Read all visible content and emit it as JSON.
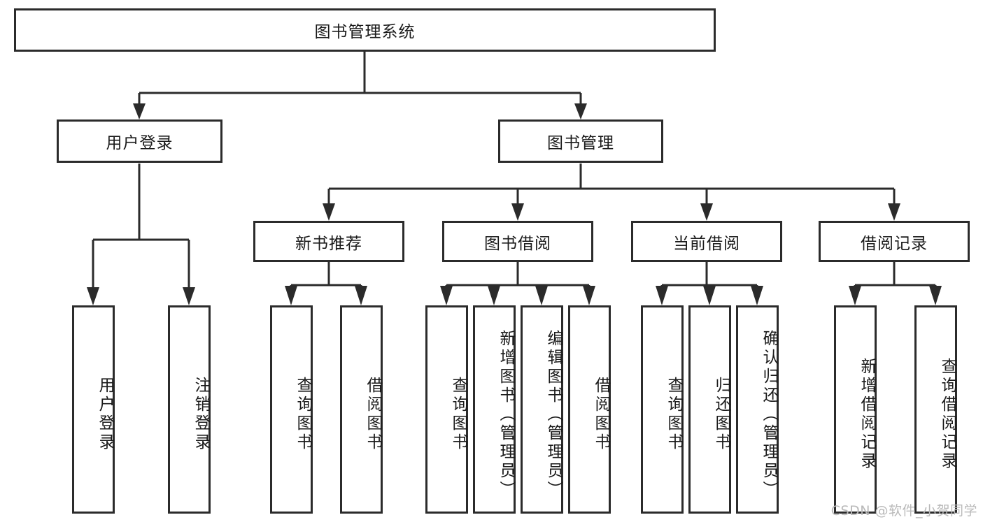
{
  "diagram": {
    "type": "tree-hierarchy",
    "title": "图书管理系统",
    "root": {
      "id": "root",
      "label": "图书管理系统",
      "orientation": "horizontal"
    },
    "level2": [
      {
        "id": "user-login",
        "label": "用户登录",
        "orientation": "horizontal"
      },
      {
        "id": "book-management",
        "label": "图书管理",
        "orientation": "horizontal"
      }
    ],
    "level3": [
      {
        "id": "new-book-recommend",
        "label": "新书推荐",
        "orientation": "horizontal",
        "parent": "book-management"
      },
      {
        "id": "book-borrow",
        "label": "图书借阅",
        "orientation": "horizontal",
        "parent": "book-management"
      },
      {
        "id": "current-borrow",
        "label": "当前借阅",
        "orientation": "horizontal",
        "parent": "book-management"
      },
      {
        "id": "borrow-record",
        "label": "借阅记录",
        "orientation": "horizontal",
        "parent": "book-management"
      }
    ],
    "leaves": [
      {
        "id": "leaf-user-login",
        "label": "用户登录",
        "orientation": "vertical",
        "parent": "user-login"
      },
      {
        "id": "leaf-user-logout",
        "label": "注销登录",
        "orientation": "vertical",
        "parent": "user-login"
      },
      {
        "id": "leaf-query-book-1",
        "label": "查询图书",
        "orientation": "vertical",
        "parent": "new-book-recommend"
      },
      {
        "id": "leaf-borrow-book-1",
        "label": "借阅图书",
        "orientation": "vertical",
        "parent": "new-book-recommend"
      },
      {
        "id": "leaf-query-book-2",
        "label": "查询图书",
        "orientation": "vertical",
        "parent": "book-borrow"
      },
      {
        "id": "leaf-add-book",
        "label": "新增图书（管理员）",
        "orientation": "vertical",
        "parent": "book-borrow"
      },
      {
        "id": "leaf-edit-book",
        "label": "编辑图书（管理员）",
        "orientation": "vertical",
        "parent": "book-borrow"
      },
      {
        "id": "leaf-borrow-book-2",
        "label": "借阅图书",
        "orientation": "vertical",
        "parent": "book-borrow"
      },
      {
        "id": "leaf-query-book-3",
        "label": "查询图书",
        "orientation": "vertical",
        "parent": "current-borrow"
      },
      {
        "id": "leaf-return-book",
        "label": "归还图书",
        "orientation": "vertical",
        "parent": "current-borrow"
      },
      {
        "id": "leaf-confirm-return",
        "label": "确认归还（管理员）",
        "orientation": "vertical",
        "parent": "current-borrow"
      },
      {
        "id": "leaf-add-record",
        "label": "新增借阅记录",
        "orientation": "vertical",
        "parent": "borrow-record"
      },
      {
        "id": "leaf-query-record",
        "label": "查询借阅记录",
        "orientation": "vertical",
        "parent": "borrow-record"
      }
    ],
    "colors": {
      "stroke": "#2b2b2b",
      "fill": "#ffffff",
      "text": "#1a1a1a",
      "watermark": "#b9b9b9"
    }
  },
  "watermark": {
    "text": "CSDN @软件_小贺同学"
  }
}
